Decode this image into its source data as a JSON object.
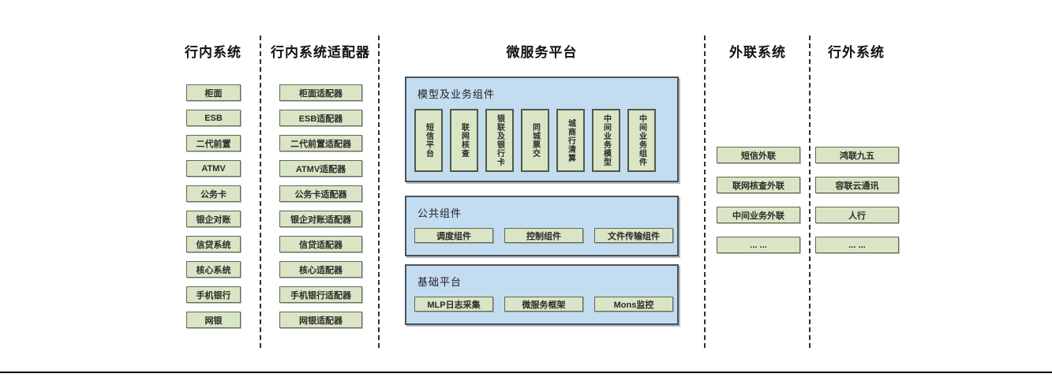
{
  "diagram": {
    "columns": {
      "internal": {
        "title": "行内系统",
        "items": [
          "柜面",
          "ESB",
          "二代前置",
          "ATMV",
          "公务卡",
          "银企对账",
          "信贷系统",
          "核心系统",
          "手机银行",
          "网银"
        ]
      },
      "adapters": {
        "title": "行内系统适配器",
        "items": [
          "柜面适配器",
          "ESB适配器",
          "二代前置适配器",
          "ATMV适配器",
          "公务卡适配器",
          "银企对账适配器",
          "信贷适配器",
          "核心适配器",
          "手机银行适配器",
          "网银适配器"
        ]
      },
      "platform": {
        "title": "微服务平台",
        "panels": {
          "model": {
            "title": "模型及业务组件",
            "items": [
              "短信平台",
              "联网核查",
              "银联及银行卡",
              "同城票交",
              "城商行清算",
              "中间业务模型",
              "中间业务组件"
            ]
          },
          "common": {
            "title": "公共组件",
            "items": [
              "调度组件",
              "控制组件",
              "文件传输组件"
            ]
          },
          "base": {
            "title": "基础平台",
            "items": [
              "MLP日志采集",
              "微服务框架",
              "Mons监控"
            ]
          }
        }
      },
      "outreach": {
        "title": "外联系统",
        "items": [
          "短信外联",
          "联网核查外联",
          "中间业务外联",
          "... ..."
        ]
      },
      "external": {
        "title": "行外系统",
        "items": [
          "鸿联九五",
          "容联云通讯",
          "人行",
          "... ..."
        ]
      }
    },
    "colors": {
      "box_fill": "#d9e5c4",
      "box_border": "#5d6a54",
      "panel_fill": "#c4dcf0",
      "panel_border": "#49525a",
      "divider": "#2f2f2f",
      "bottom_rule": "#000000",
      "text": "#2b2b2b"
    }
  }
}
